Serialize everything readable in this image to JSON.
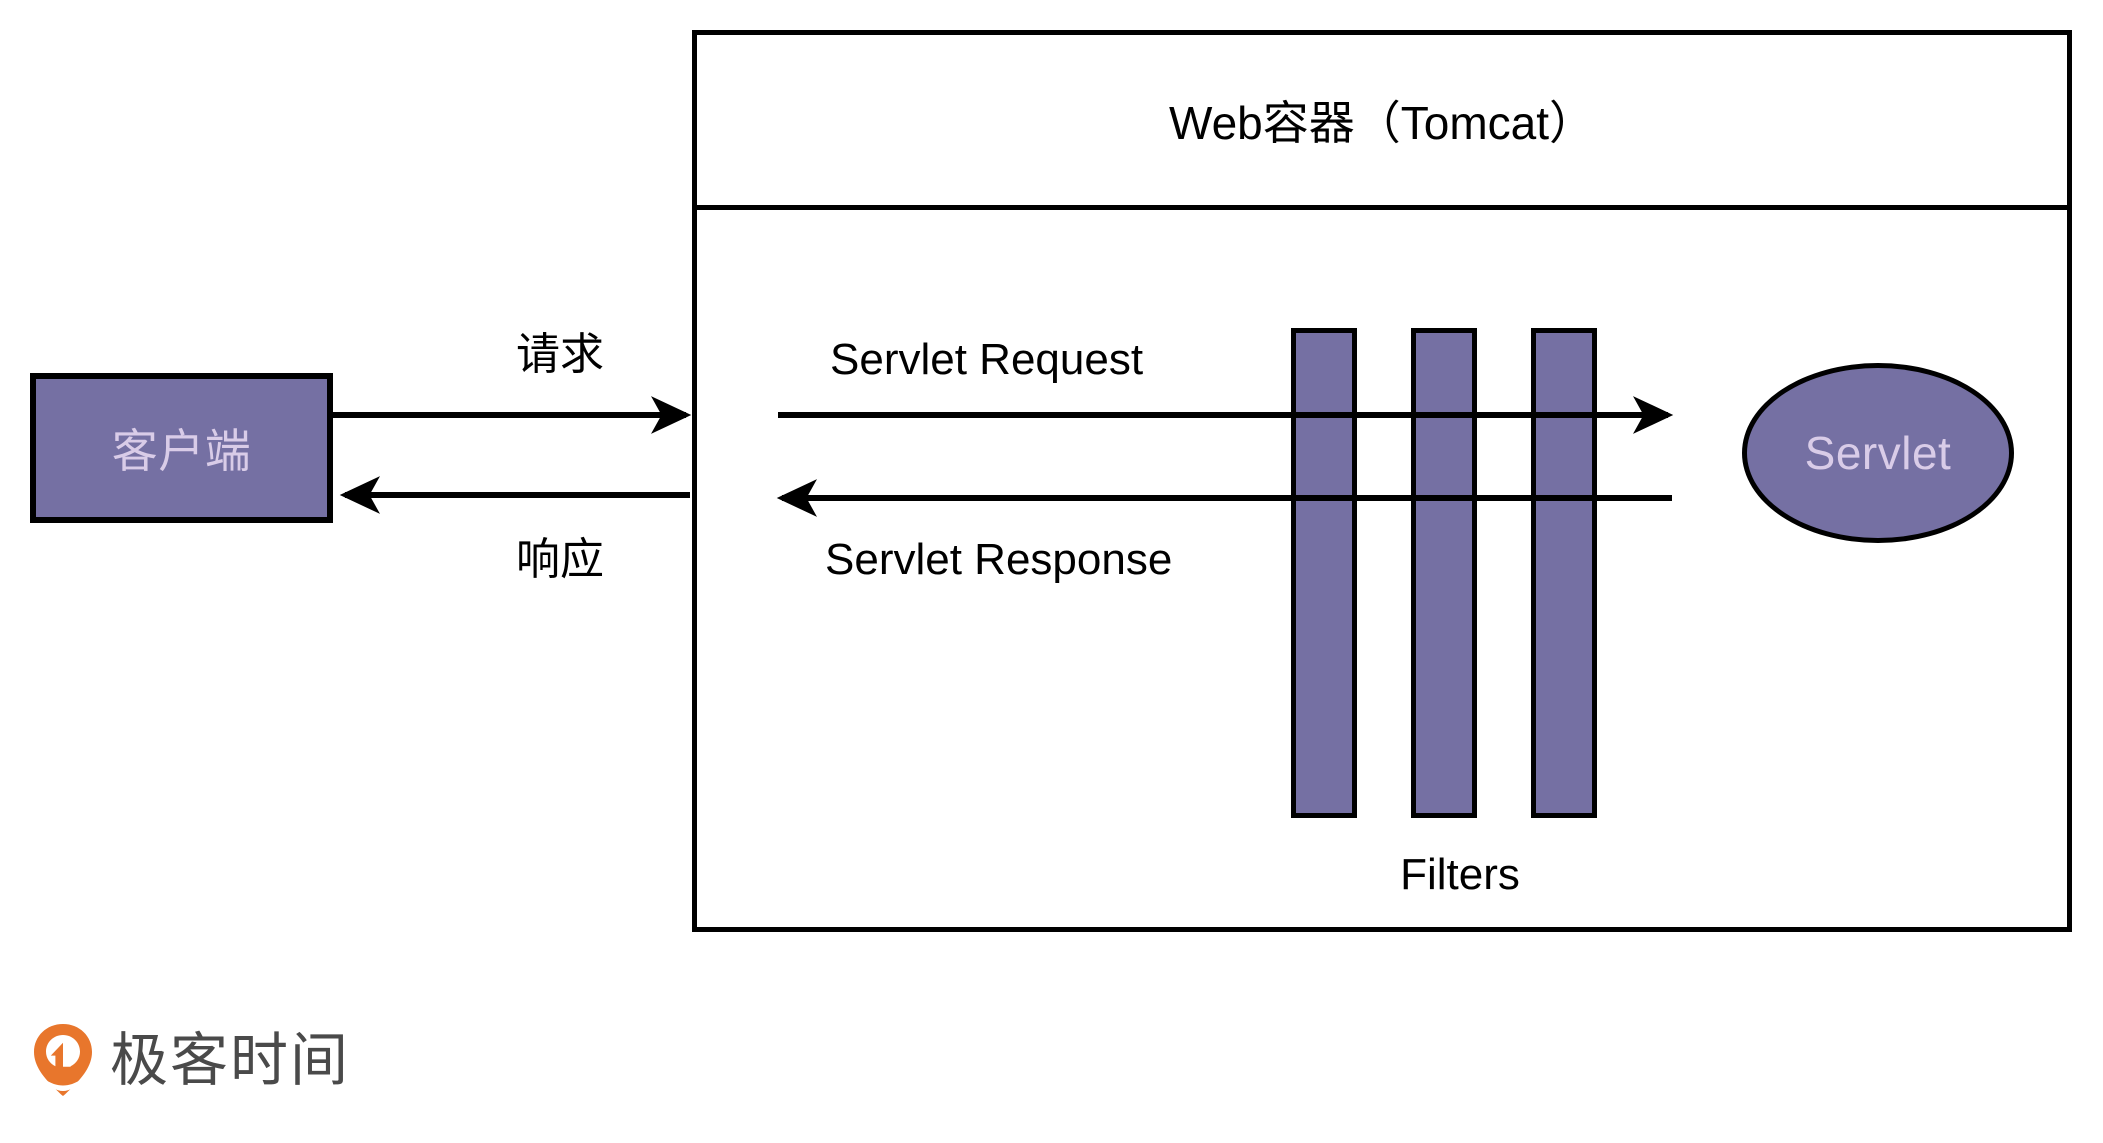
{
  "diagram": {
    "type": "flow-diagram",
    "background_color": "#ffffff",
    "shape_fill_color": "#7570a3",
    "shape_text_color": "#d9cce8",
    "line_color": "#000000"
  },
  "container": {
    "title": "Web容器（Tomcat）"
  },
  "client": {
    "label": "客户端"
  },
  "servlet": {
    "label": "Servlet"
  },
  "filters": {
    "label": "Filters",
    "bars": [
      {
        "name": "filter-1"
      },
      {
        "name": "filter-2"
      },
      {
        "name": "filter-3"
      }
    ]
  },
  "flows": {
    "request_outer": "请求",
    "response_outer": "响应",
    "request_inner": "Servlet Request",
    "response_inner": "Servlet Response"
  },
  "brand": {
    "name": "极客时间",
    "mark_color": "#e8762c",
    "text_color": "#4a4a4a"
  }
}
